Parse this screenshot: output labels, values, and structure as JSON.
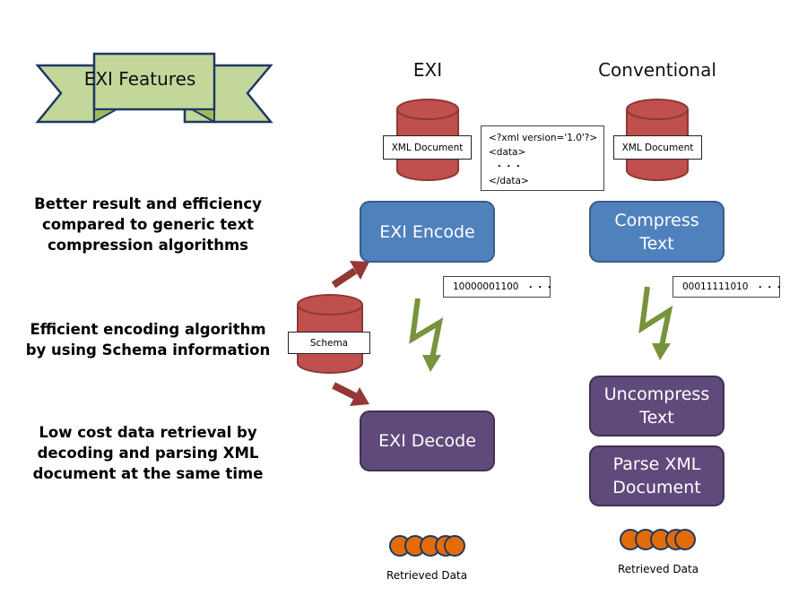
{
  "banner": {
    "title": "EXI Features"
  },
  "columns": {
    "exi": "EXI",
    "conventional": "Conventional"
  },
  "features": [
    {
      "lines": [
        "Better result and efficiency",
        "compared to generic text",
        "compression algorithms"
      ]
    },
    {
      "lines": [
        "Efficient encoding algorithm",
        "by using Schema information"
      ]
    },
    {
      "lines": [
        "Low cost data retrieval by",
        "decoding and parsing XML",
        "document at the same time"
      ]
    }
  ],
  "exi": {
    "doc_label": "XML Document",
    "encode": "EXI Encode",
    "binary": {
      "digits": "10000001100",
      "ellipsis": "・・・"
    },
    "decode": "EXI Decode",
    "retrieved": "Retrieved Data"
  },
  "conventional": {
    "doc_label": "XML Document",
    "compress": [
      "Compress",
      "Text"
    ],
    "binary": {
      "digits": "00011111010",
      "ellipsis": "・・・"
    },
    "uncompress": [
      "Uncompress",
      "Text"
    ],
    "parse": [
      "Parse XML",
      "Document"
    ],
    "retrieved": "Retrieved Data"
  },
  "xml_snippet": [
    "<?xml version='1.0'?>",
    "<data>",
    "  ・・・",
    "</data>"
  ],
  "schema": {
    "label": "Schema"
  },
  "colors": {
    "cylinder": "#c0504d",
    "cylinder_dark": "#8c3836",
    "blue_box": "#4f81bd",
    "purple_box": "#604a7b",
    "banner_fill": "#c4d79b",
    "banner_stroke": "#1f3864",
    "lightning": "#77933c",
    "arrow": "#953735",
    "circle": "#e36c09"
  }
}
